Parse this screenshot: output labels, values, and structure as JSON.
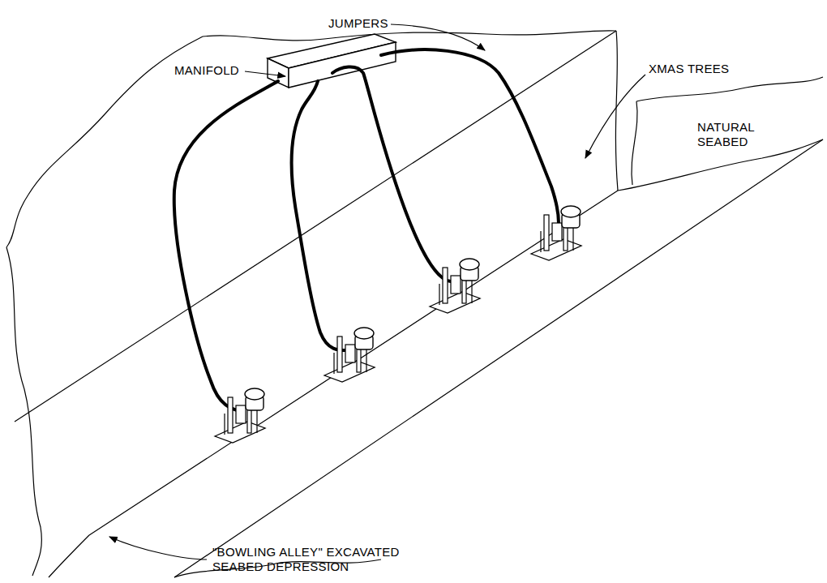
{
  "diagram": {
    "labels": [
      "JUMPERS",
      "MANIFOLD",
      "XMAS TREES",
      "NATURAL SEABED",
      "\"BOWLING ALLEY\" EXCAVATED SEABED DEPRESSION"
    ]
  }
}
